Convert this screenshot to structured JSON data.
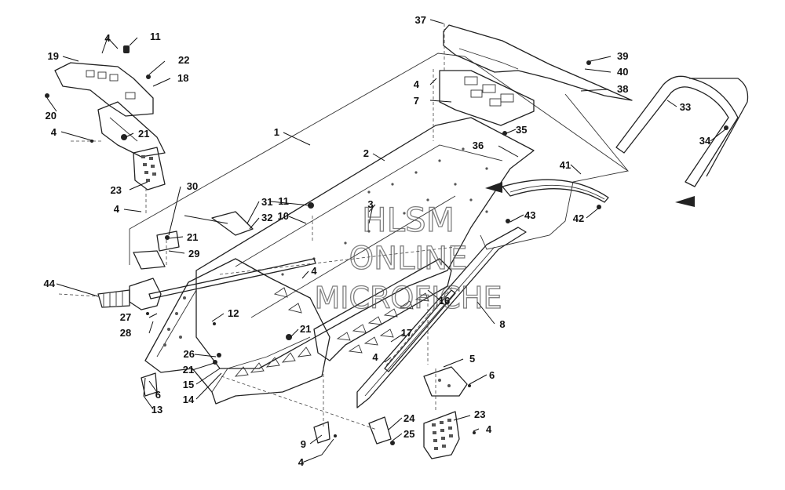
{
  "watermark": {
    "line1": "HLSM",
    "line2": "ONLINE",
    "line3": "MICROFICHE"
  },
  "callouts": [
    {
      "id": "c1",
      "text": "1"
    },
    {
      "id": "c2",
      "text": "2"
    },
    {
      "id": "c3",
      "text": "3"
    },
    {
      "id": "c4a",
      "text": "4"
    },
    {
      "id": "c4b",
      "text": "4"
    },
    {
      "id": "c4c",
      "text": "4"
    },
    {
      "id": "c4d",
      "text": "4"
    },
    {
      "id": "c4e",
      "text": "4"
    },
    {
      "id": "c4f",
      "text": "4"
    },
    {
      "id": "c4g",
      "text": "4"
    },
    {
      "id": "c4h",
      "text": "4"
    },
    {
      "id": "c5",
      "text": "5"
    },
    {
      "id": "c6a",
      "text": "6"
    },
    {
      "id": "c6b",
      "text": "6"
    },
    {
      "id": "c7",
      "text": "7"
    },
    {
      "id": "c8",
      "text": "8"
    },
    {
      "id": "c9",
      "text": "9"
    },
    {
      "id": "c10",
      "text": "10"
    },
    {
      "id": "c11a",
      "text": "11"
    },
    {
      "id": "c11b",
      "text": "11"
    },
    {
      "id": "c12",
      "text": "12"
    },
    {
      "id": "c13",
      "text": "13"
    },
    {
      "id": "c14",
      "text": "14"
    },
    {
      "id": "c15",
      "text": "15"
    },
    {
      "id": "c16",
      "text": "16"
    },
    {
      "id": "c17",
      "text": "17"
    },
    {
      "id": "c18",
      "text": "18"
    },
    {
      "id": "c19",
      "text": "19"
    },
    {
      "id": "c20",
      "text": "20"
    },
    {
      "id": "c21a",
      "text": "21"
    },
    {
      "id": "c21b",
      "text": "21"
    },
    {
      "id": "c21c",
      "text": "21"
    },
    {
      "id": "c21d",
      "text": "21"
    },
    {
      "id": "c22",
      "text": "22"
    },
    {
      "id": "c23a",
      "text": "23"
    },
    {
      "id": "c23b",
      "text": "23"
    },
    {
      "id": "c24",
      "text": "24"
    },
    {
      "id": "c25",
      "text": "25"
    },
    {
      "id": "c26",
      "text": "26"
    },
    {
      "id": "c27",
      "text": "27"
    },
    {
      "id": "c28",
      "text": "28"
    },
    {
      "id": "c29",
      "text": "29"
    },
    {
      "id": "c30",
      "text": "30"
    },
    {
      "id": "c31",
      "text": "31"
    },
    {
      "id": "c32",
      "text": "32"
    },
    {
      "id": "c33",
      "text": "33"
    },
    {
      "id": "c34",
      "text": "34"
    },
    {
      "id": "c35",
      "text": "35"
    },
    {
      "id": "c36",
      "text": "36"
    },
    {
      "id": "c37",
      "text": "37"
    },
    {
      "id": "c38",
      "text": "38"
    },
    {
      "id": "c39",
      "text": "39"
    },
    {
      "id": "c40",
      "text": "40"
    },
    {
      "id": "c41",
      "text": "41"
    },
    {
      "id": "c42",
      "text": "42"
    },
    {
      "id": "c43",
      "text": "43"
    },
    {
      "id": "c44",
      "text": "44"
    }
  ]
}
